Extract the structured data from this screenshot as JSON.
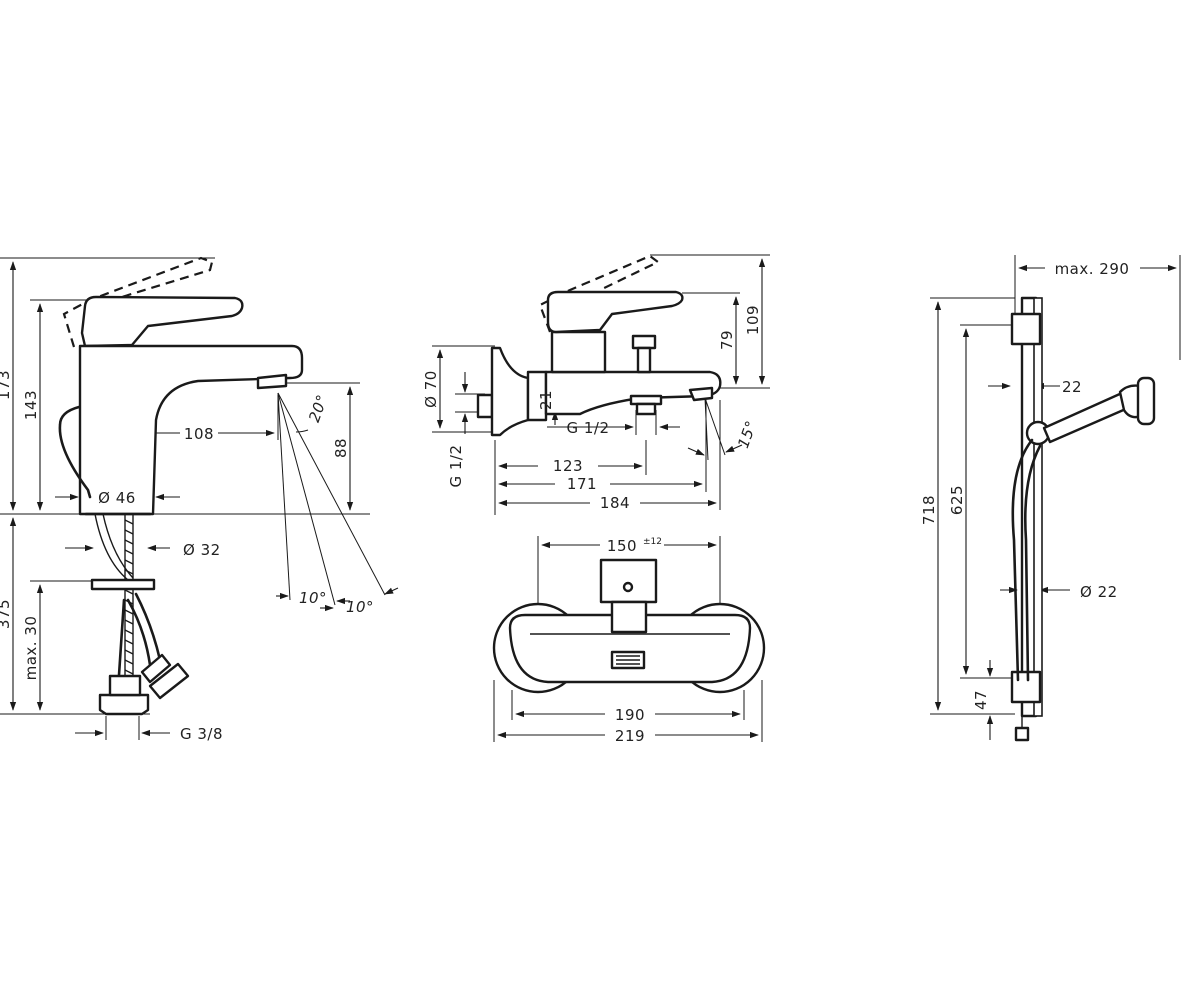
{
  "basin_mixer": {
    "dim_total_height": "173",
    "dim_spout_height_base": "143",
    "dim_reach": "108",
    "dim_spout_clearance": "88",
    "dim_body_diameter": "Ø 46",
    "dim_shank_diameter": "Ø 32",
    "dim_hose_length": "375",
    "dim_max_thickness": "max. 30",
    "dim_connection": "G 3/8",
    "angle_spout": "20°",
    "angle_left": "10°",
    "angle_right": "10°"
  },
  "bath_mixer": {
    "dim_height_109": "109",
    "dim_height_79": "79",
    "dim_rosette_diameter": "Ø 70",
    "dim_offset_21": "21",
    "dim_inlet_left": "G 1/2",
    "dim_outlet": "G 1/2",
    "angle_spout": "15°",
    "dim_123": "123",
    "dim_171": "171",
    "dim_184": "184",
    "dim_centres": "150",
    "dim_centres_tolerance": "±12",
    "dim_190": "190",
    "dim_219": "219"
  },
  "shower_set": {
    "dim_max_width": "max. 290",
    "dim_22_top": "22",
    "dim_718": "718",
    "dim_625": "625",
    "dim_rail_diameter": "Ø 22",
    "dim_47": "47"
  }
}
